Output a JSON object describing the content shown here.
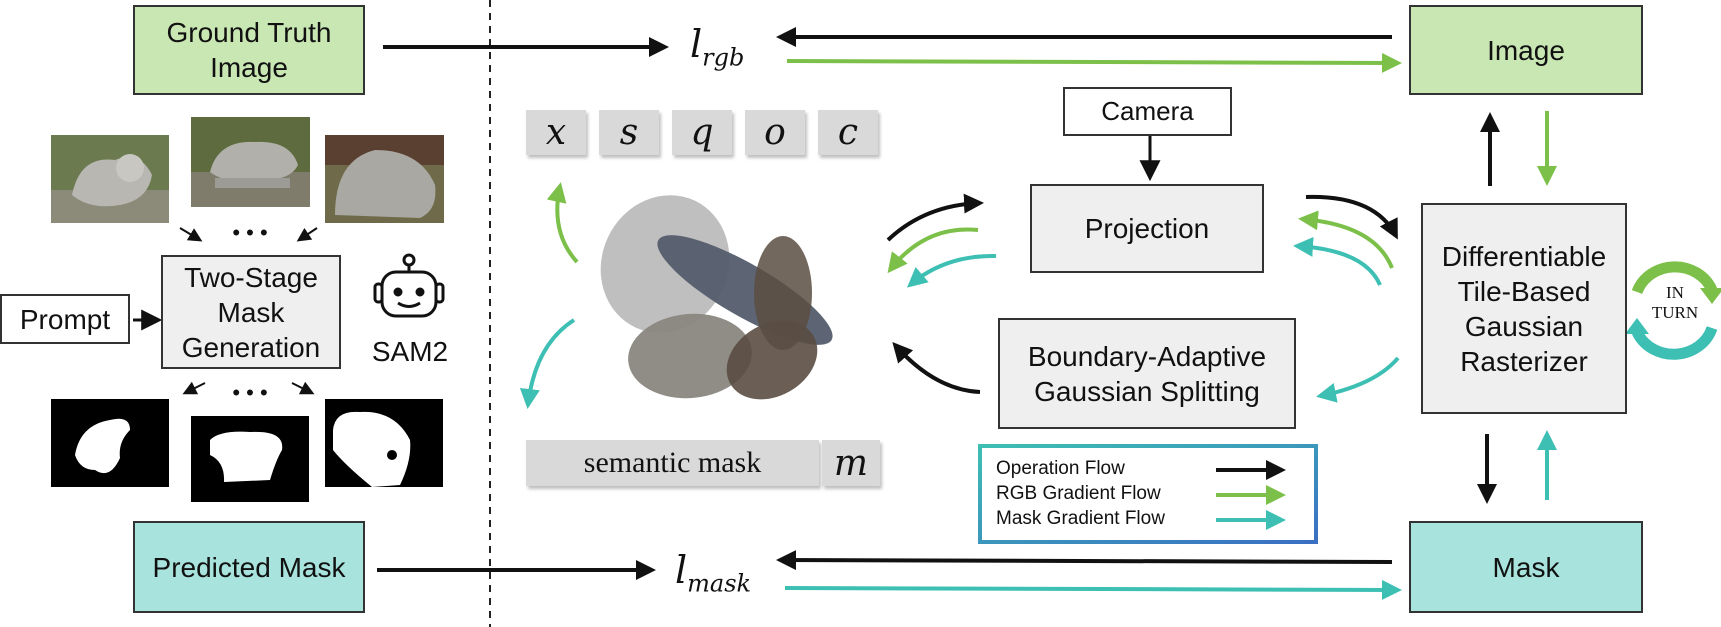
{
  "boxes": {
    "ground_truth": "Ground Truth\nImage",
    "predicted_mask": "Predicted Mask",
    "prompt": "Prompt",
    "two_stage": "Two-Stage\nMask\nGeneration",
    "sam2": "SAM2",
    "camera": "Camera",
    "projection": "Projection",
    "splitting": "Boundary-Adaptive\nGaussian Splitting",
    "rasterizer": "Differentiable\nTile-Based\nGaussian\nRasterizer",
    "image": "Image",
    "mask": "Mask"
  },
  "losses": {
    "rgb_base": "l",
    "rgb_sub": "rgb",
    "mask_base": "l",
    "mask_sub": "mask"
  },
  "params": [
    "x",
    "s",
    "q",
    "o",
    "c"
  ],
  "semantic": {
    "label": "semantic mask",
    "symbol": "m"
  },
  "ellipsis": "• • •",
  "in_turn": "IN\nTURN",
  "legend": [
    {
      "label": "Operation Flow",
      "color": "#111111"
    },
    {
      "label": "RGB Gradient Flow",
      "color": "#7cc04a"
    },
    {
      "label": "Mask Gradient Flow",
      "color": "#3dbfb3"
    }
  ],
  "colors": {
    "operation": "#111111",
    "rgb_gradient": "#7cc04a",
    "mask_gradient": "#3dbfb3",
    "green_box": "#c9e7b3",
    "teal_box": "#a8e4dd"
  }
}
